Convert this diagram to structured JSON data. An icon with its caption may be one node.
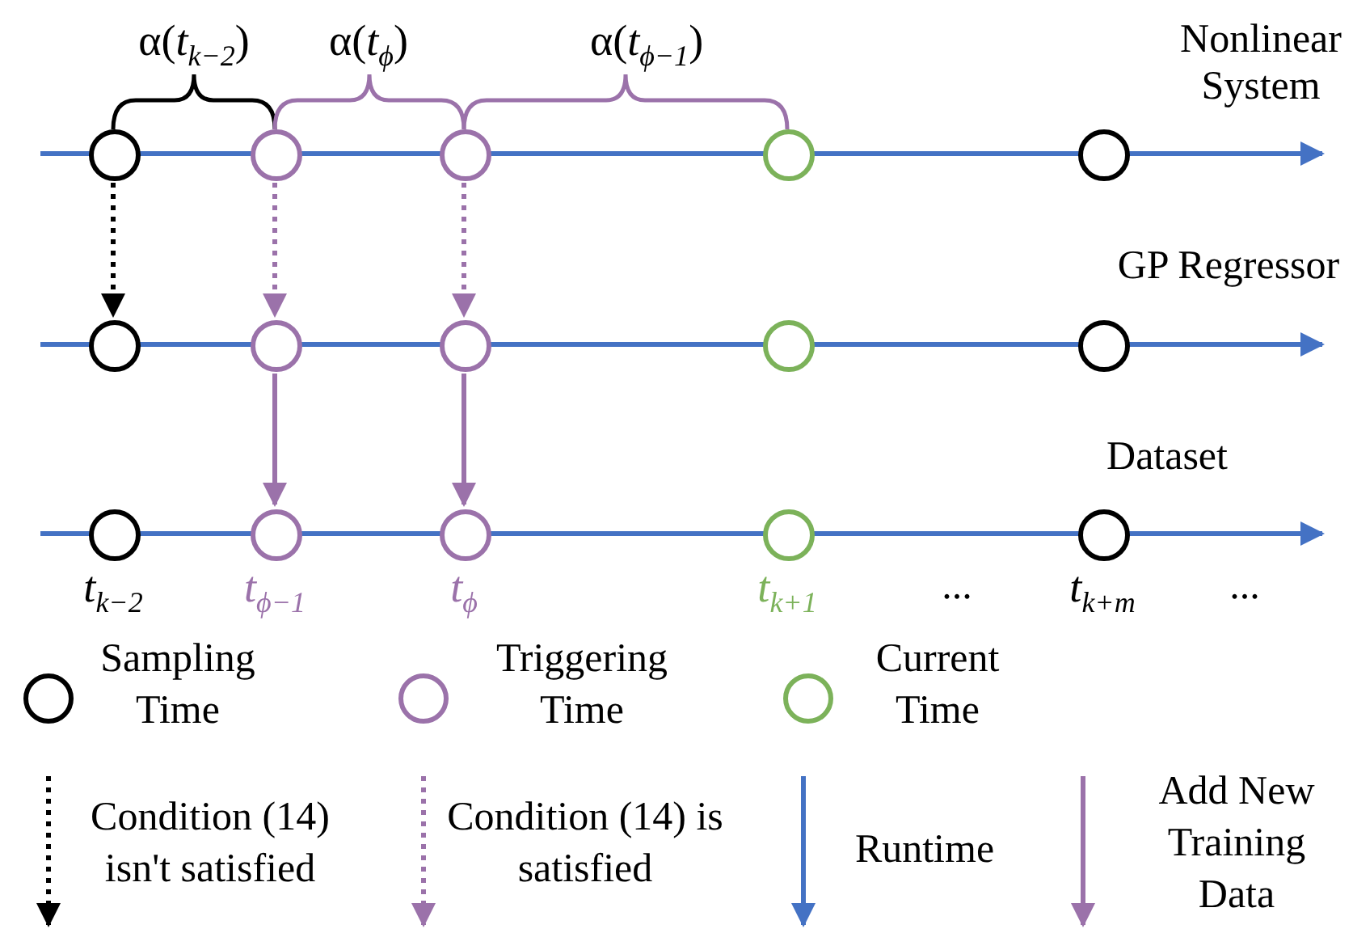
{
  "diagram": {
    "nodes": [
      {
        "text": [],
        "shape": "circle"
      },
      {
        "text": [],
        "shape": "circle"
      },
      {
        "text": [],
        "shape": "circle"
      },
      {
        "text": [],
        "shape": "circle"
      },
      {
        "text": [],
        "shape": "circle"
      },
      {
        "text": [],
        "shape": "circle"
      },
      {
        "text": [],
        "shape": "circle"
      },
      {
        "text": [],
        "shape": "circle"
      },
      {
        "text": [],
        "shape": "circle"
      },
      {
        "text": [],
        "shape": "circle"
      },
      {
        "text": [],
        "shape": "circle",
        "beside": [
          "*t*$_{k−2}$"
        ]
      },
      {
        "text": [],
        "shape": "circle",
        "beside": [
          "*t*$_{ϕ−1}$"
        ]
      },
      {
        "text": [],
        "shape": "circle",
        "beside": [
          "*t*$_{ϕ}$"
        ]
      },
      {
        "text": [],
        "shape": "circle",
        "beside": [
          "*t*$_{k+1}$"
        ]
      },
      {
        "text": [],
        "shape": "circle",
        "beside": [
          "*t*$_{k+m}$"
        ]
      }
    ],
    "edges": [
      {
        "from": 0,
        "to": 5,
        "arrow": "to",
        "style": "dashed",
        "color": "#000000"
      },
      {
        "from": 1,
        "to": 6,
        "arrow": "to",
        "style": "dashed"
      },
      {
        "from": 2,
        "to": 7,
        "arrow": "to",
        "style": "dashed"
      },
      {
        "from": 6,
        "to": 11,
        "arrow": "to"
      },
      {
        "from": 7,
        "to": 12,
        "arrow": "to"
      }
    ],
    "labels": [
      "α(*t*$_{k−2}$)",
      "α(*t*$_{ϕ}$)",
      "α(*t*$_{ϕ−1}$)",
      "Nonlinear System",
      "GP Regressor",
      "Dataset",
      "...",
      "..."
    ],
    "legend": [
      {
        "text": "Sampling Time"
      },
      {
        "text": "Triggering Time"
      },
      {
        "text": "Current Time"
      },
      {
        "text": "Condition (14) isn't satisfied"
      },
      {
        "text": "Condition (14) is satisfied"
      },
      {
        "text": "Runtime"
      },
      {
        "text": "Add New Training Data"
      }
    ]
  }
}
